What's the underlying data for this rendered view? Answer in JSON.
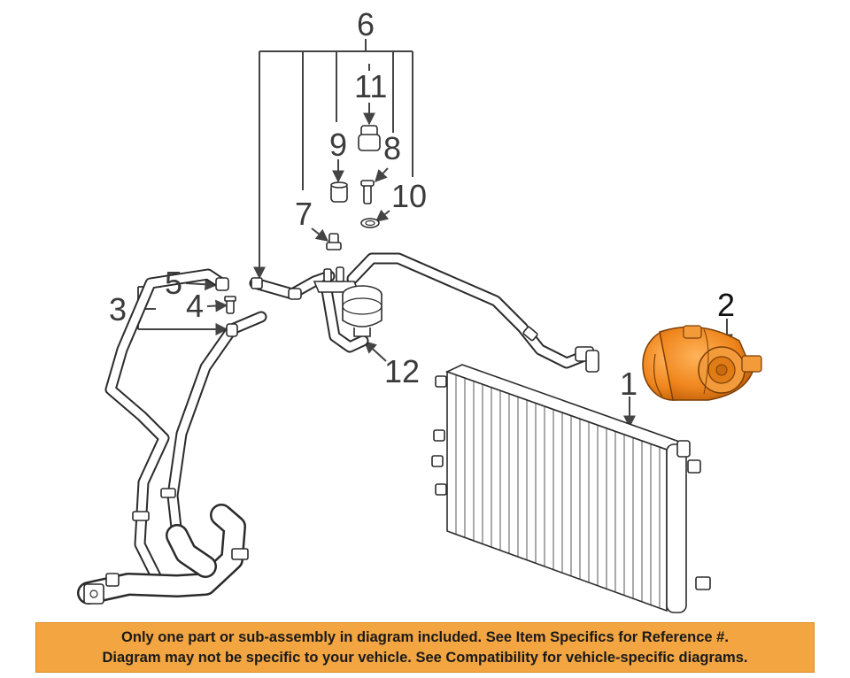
{
  "callouts": {
    "c1": "1",
    "c2": "2",
    "c3": "3",
    "c4": "4",
    "c5": "5",
    "c6": "6",
    "c7": "7",
    "c8": "8",
    "c9": "9",
    "c10": "10",
    "c11": "11",
    "c12": "12"
  },
  "colors": {
    "highlight_part": "#f0861d",
    "banner": "#f2a541"
  },
  "disclaimer": {
    "line1": "Only one part or sub-assembly in diagram included. See Item Specifics for Reference #.",
    "line2": "Diagram may not be specific to your vehicle. See Compatibility for vehicle-specific diagrams."
  }
}
